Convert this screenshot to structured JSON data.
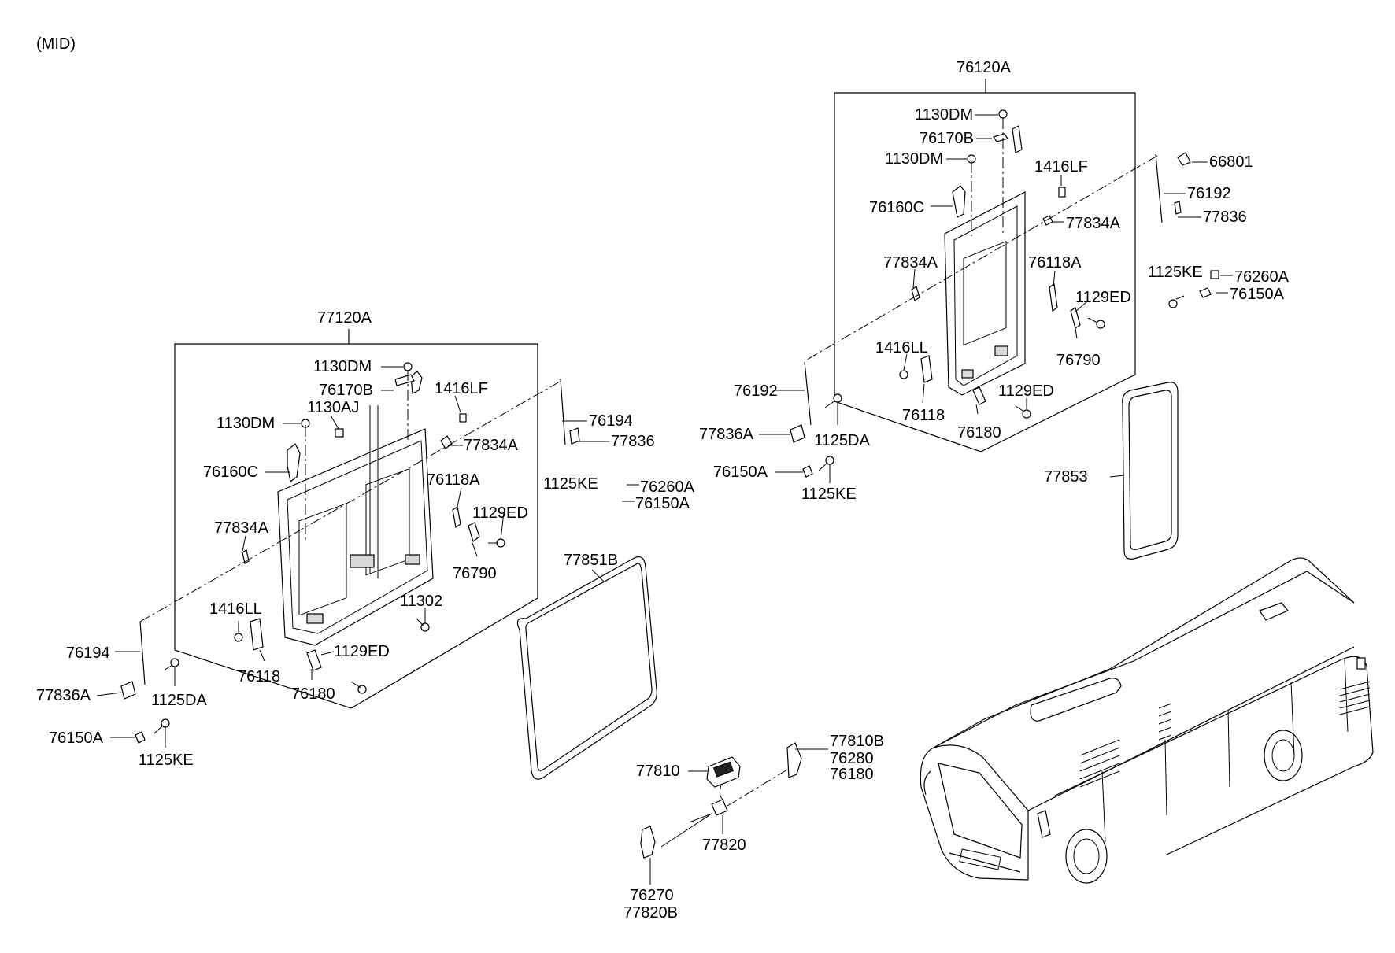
{
  "view_label": "(MID)",
  "assemblies": {
    "left_door_assembly": "77120A",
    "right_door_assembly": "76120A"
  },
  "labels": {
    "L_1130DM_top": "1130DM",
    "L_76170B": "76170B",
    "L_1416LF": "1416LF",
    "L_1130DM_mid": "1130DM",
    "L_1130AJ": "1130AJ",
    "L_76194_top": "76194",
    "L_77836": "77836",
    "L_77834A_right": "77834A",
    "L_76160C": "76160C",
    "L_76118A": "76118A",
    "L_1125KE": "1125KE",
    "L_76260A": "76260A",
    "L_76150A": "76150A",
    "L_1129ED_right": "1129ED",
    "L_77834A_left": "77834A",
    "L_76790": "76790",
    "L_11302": "11302",
    "L_1416LL": "1416LL",
    "L_1129ED_bottom": "1129ED",
    "L_76194_bottom": "76194",
    "L_76118": "76118",
    "L_76180": "76180",
    "L_77836A": "77836A",
    "L_1125DA": "1125DA",
    "L_76150A_bottom": "76150A",
    "L_1125KE_bottom": "1125KE",
    "L_77851B": "77851B",
    "R_1130DM_top": "1130DM",
    "R_76170B": "76170B",
    "R_1130DM_mid": "1130DM",
    "R_1416LF": "1416LF",
    "R_66801": "66801",
    "R_76192_top": "76192",
    "R_77836": "77836",
    "R_76160C": "76160C",
    "R_77834A_right": "77834A",
    "R_77834A_left": "77834A",
    "R_76118A": "76118A",
    "R_1125KE": "1125KE",
    "R_76260A": "76260A",
    "R_76150A": "76150A",
    "R_1129ED_right": "1129ED",
    "R_1416LL": "1416LL",
    "R_76790": "76790",
    "R_76192_bottom": "76192",
    "R_1129ED_bottom": "1129ED",
    "R_76118": "76118",
    "R_76180": "76180",
    "R_77836A": "77836A",
    "R_1125DA": "1125DA",
    "R_76150A_bottom": "76150A",
    "R_1125KE_bottom": "1125KE",
    "R_77853": "77853",
    "H_77810B": "77810B",
    "H_76280": "76280",
    "H_76180": "76180",
    "H_77810": "77810",
    "H_77820": "77820",
    "H_76270": "76270",
    "H_77820B": "77820B"
  }
}
